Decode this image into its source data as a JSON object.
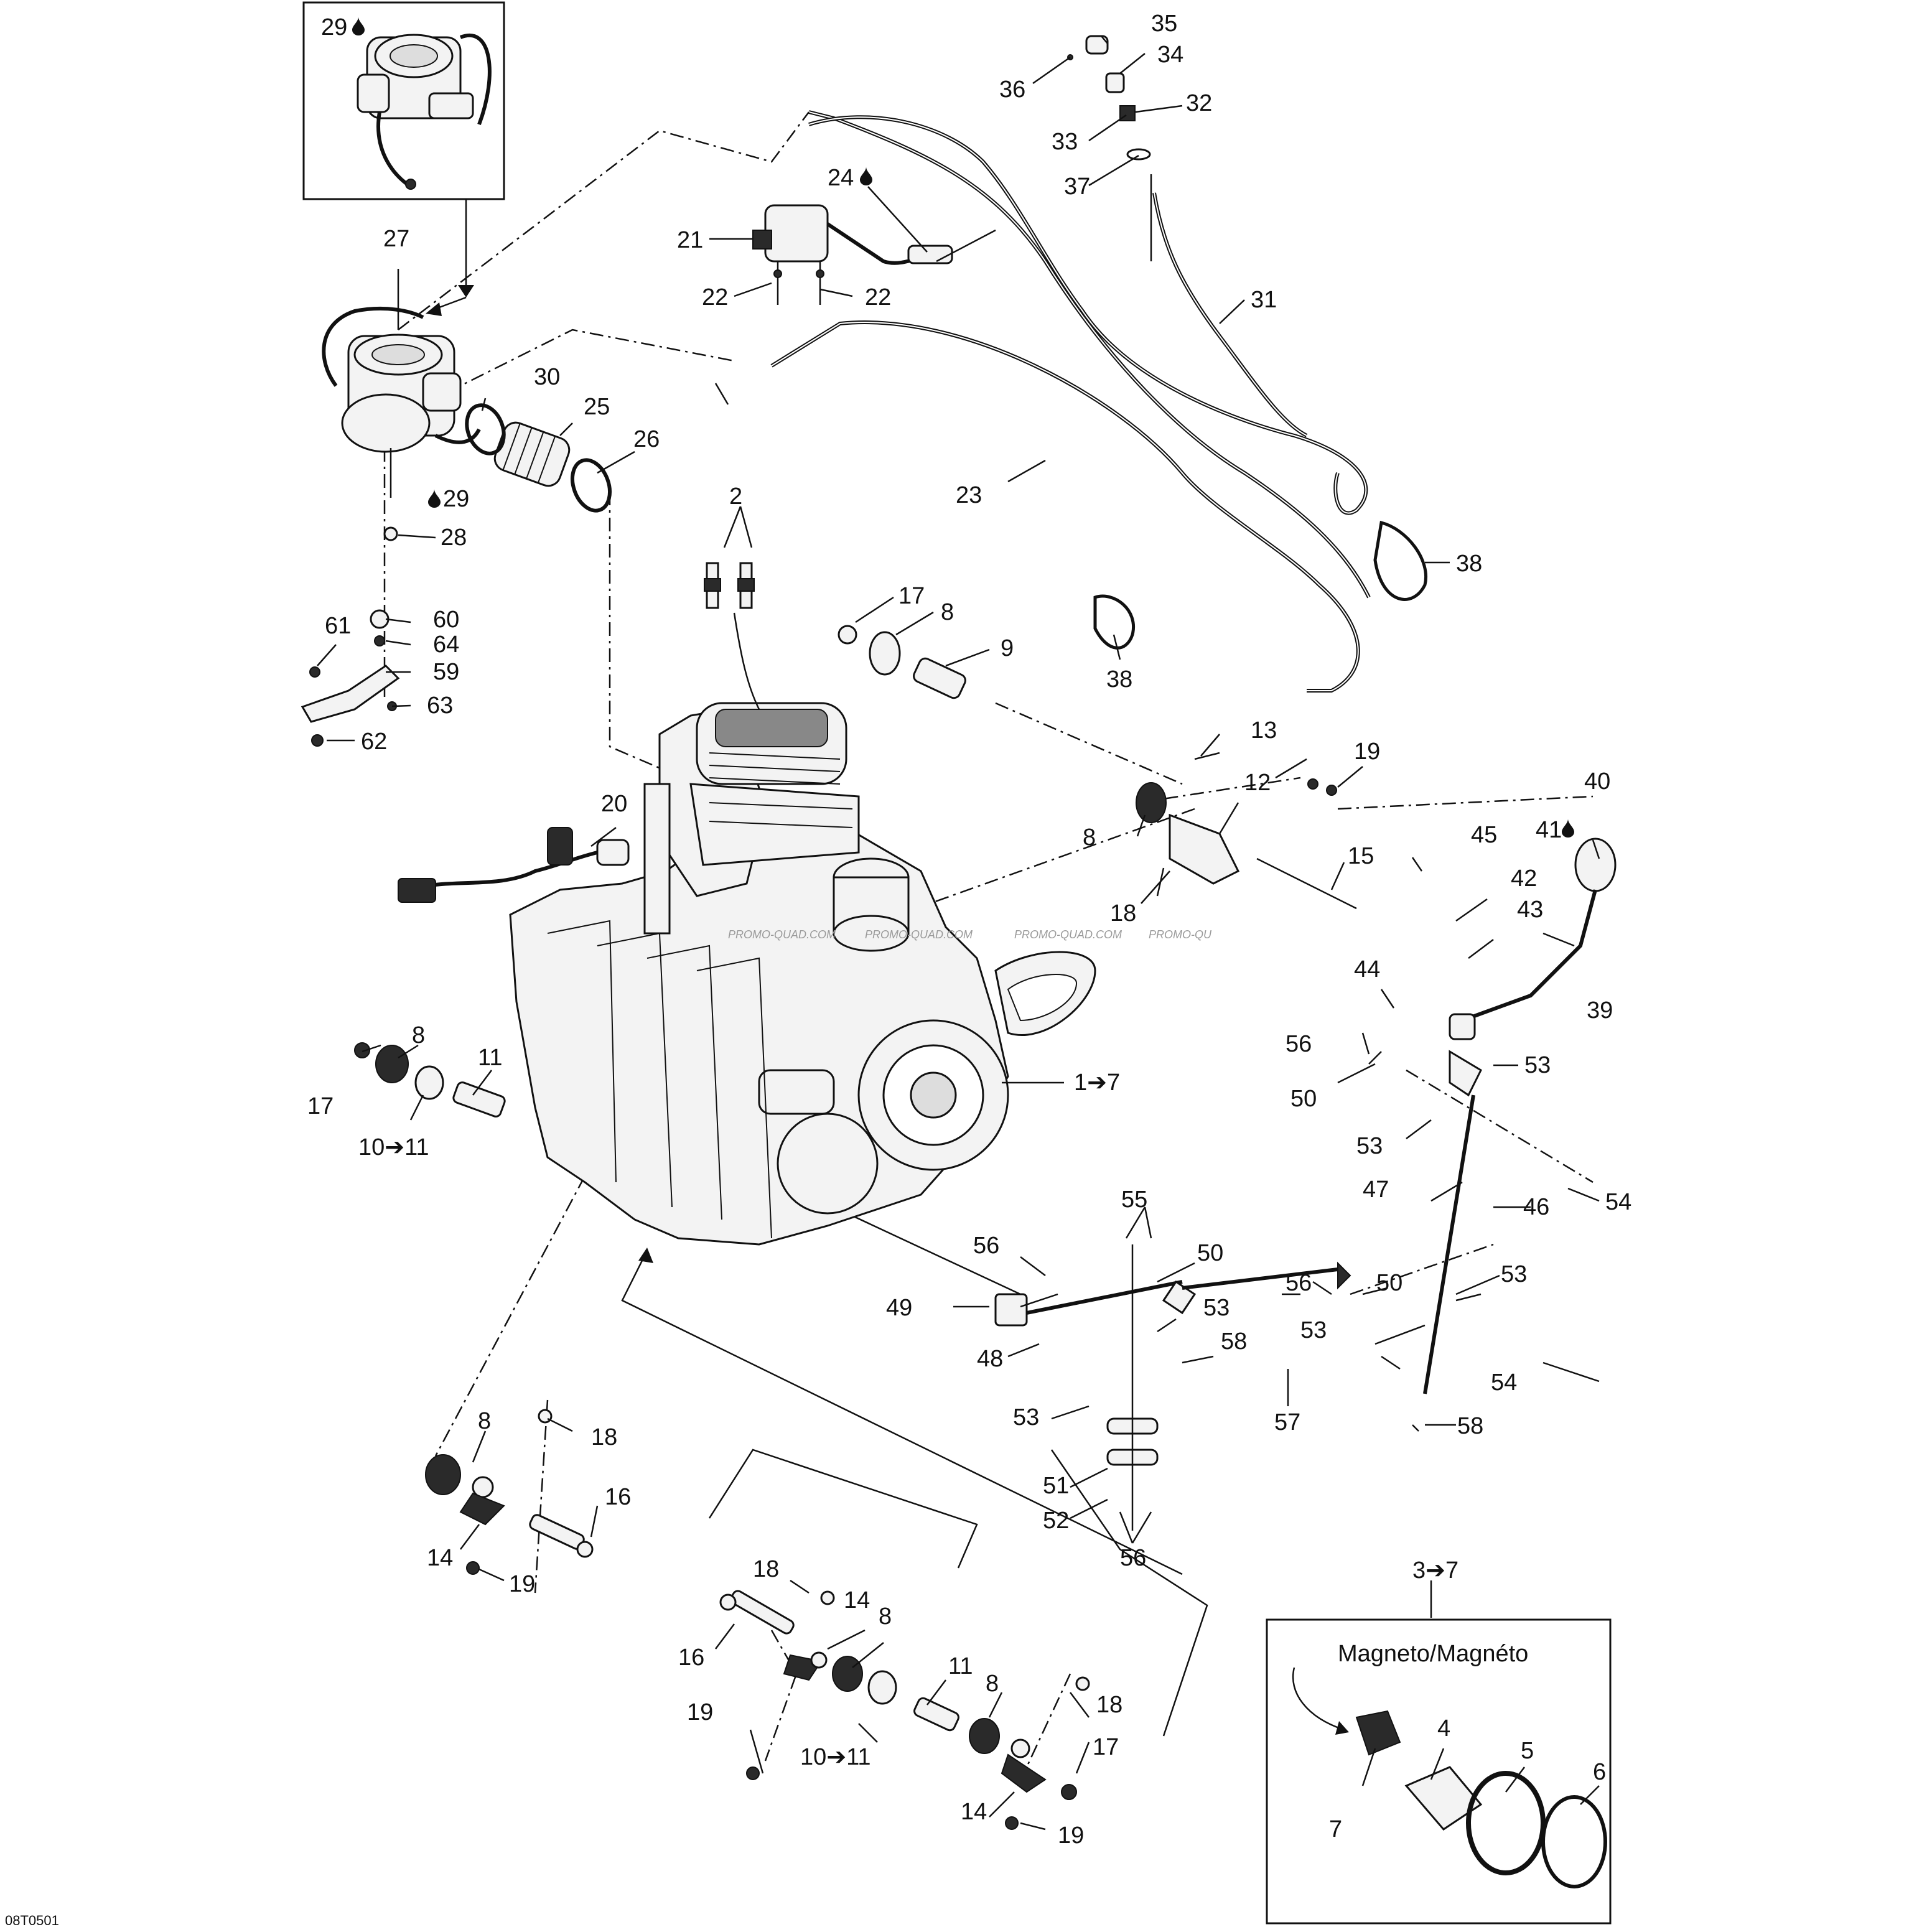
{
  "diagram_code": "08T0501",
  "magneto_label": "Magneto/Magnéto",
  "watermarks": [
    "PROMO-QUAD.COM",
    "PROMO-QUAD.COM",
    "PROMO-QUAD.COM",
    "PROMO-QU"
  ],
  "callouts": {
    "c_1_7": "1➔7",
    "c_2": "2",
    "c_3_7": "3➔7",
    "c_4": "4",
    "c_5": "5",
    "c_6": "6",
    "c_7": "7",
    "c_8a": "8",
    "c_8b": "8",
    "c_8c": "8",
    "c_8d": "8",
    "c_8e": "8",
    "c_8f": "8",
    "c_9": "9",
    "c_10_11a": "10➔11",
    "c_10_11b": "10➔11",
    "c_11a": "11",
    "c_11b": "11",
    "c_12": "12",
    "c_13": "13",
    "c_14a": "14",
    "c_14b": "14",
    "c_14c": "14",
    "c_15": "15",
    "c_16a": "16",
    "c_16b": "16",
    "c_17a": "17",
    "c_17b": "17",
    "c_17c": "17",
    "c_18a": "18",
    "c_18b": "18",
    "c_18c": "18",
    "c_18d": "18",
    "c_19a": "19",
    "c_19b": "19",
    "c_19c": "19",
    "c_19d": "19",
    "c_20": "20",
    "c_21": "21",
    "c_22a": "22",
    "c_22b": "22",
    "c_23": "23",
    "c_24": "24",
    "c_25": "25",
    "c_26": "26",
    "c_27": "27",
    "c_28": "28",
    "c_29a": "29",
    "c_29b": "29",
    "c_30": "30",
    "c_31": "31",
    "c_32": "32",
    "c_33": "33",
    "c_34": "34",
    "c_35": "35",
    "c_36": "36",
    "c_37": "37",
    "c_38a": "38",
    "c_38b": "38",
    "c_39": "39",
    "c_40": "40",
    "c_41": "41",
    "c_42": "42",
    "c_43": "43",
    "c_44": "44",
    "c_45": "45",
    "c_46": "46",
    "c_47": "47",
    "c_48": "48",
    "c_49": "49",
    "c_50a": "50",
    "c_50b": "50",
    "c_50c": "50",
    "c_51": "51",
    "c_52": "52",
    "c_53a": "53",
    "c_53b": "53",
    "c_53c": "53",
    "c_53d": "53",
    "c_53e": "53",
    "c_53f": "53",
    "c_54a": "54",
    "c_54b": "54",
    "c_55": "55",
    "c_56a": "56",
    "c_56b": "56",
    "c_56c": "56",
    "c_56d": "56",
    "c_57": "57",
    "c_58a": "58",
    "c_58b": "58",
    "c_59": "59",
    "c_60": "60",
    "c_61": "61",
    "c_62": "62",
    "c_63": "63",
    "c_64": "64"
  }
}
